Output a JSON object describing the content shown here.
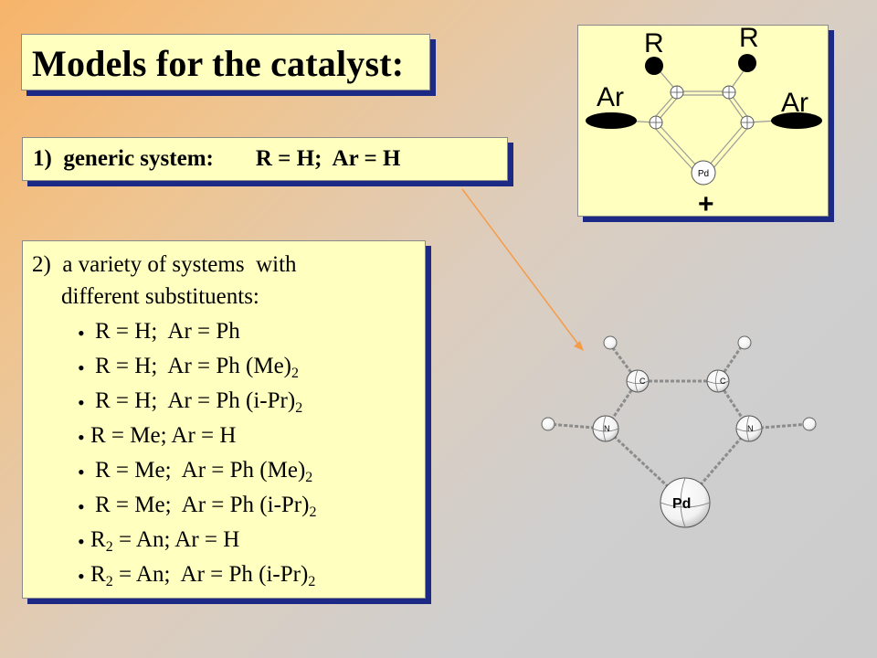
{
  "title": "Models for the catalyst:",
  "generic": {
    "label": "1)  generic system:",
    "value": "R = H;  Ar = H"
  },
  "variety": {
    "intro_line1": "2)  a variety of systems  with",
    "intro_line2": "different substituents:",
    "bullet_char": "•",
    "items": [
      {
        "pre": "R = H;  Ar = Ph",
        "sub": "",
        "post": ""
      },
      {
        "pre": "R = H;  Ar = Ph (Me)",
        "sub": "2",
        "post": ""
      },
      {
        "pre": "R = H;  Ar = Ph (i-Pr)",
        "sub": "2",
        "post": ""
      },
      {
        "pre": "R = Me; Ar = H",
        "sub": "",
        "post": ""
      },
      {
        "pre": "R = Me;  Ar = Ph (Me)",
        "sub": "2",
        "post": ""
      },
      {
        "pre": "R = Me;  Ar = Ph (i-Pr)",
        "sub": "2",
        "post": ""
      },
      {
        "pre": "R",
        "sub": "2",
        "post": " = An; Ar = H"
      },
      {
        "pre": "R",
        "sub": "2",
        "post": " = An;  Ar = Ph (i-Pr)",
        "sub2": "2"
      }
    ]
  },
  "scheme": {
    "r_left": "R",
    "r_right": "R",
    "ar_left": "Ar",
    "ar_right": "Ar",
    "pd": "Pd",
    "charge": "+"
  },
  "model": {
    "c_label": "C",
    "n_label": "N",
    "pd": "Pd"
  },
  "colors": {
    "box_fill": "#ffffc0",
    "box_shadow": "#1c2a86",
    "arrow": "#f59c48"
  }
}
